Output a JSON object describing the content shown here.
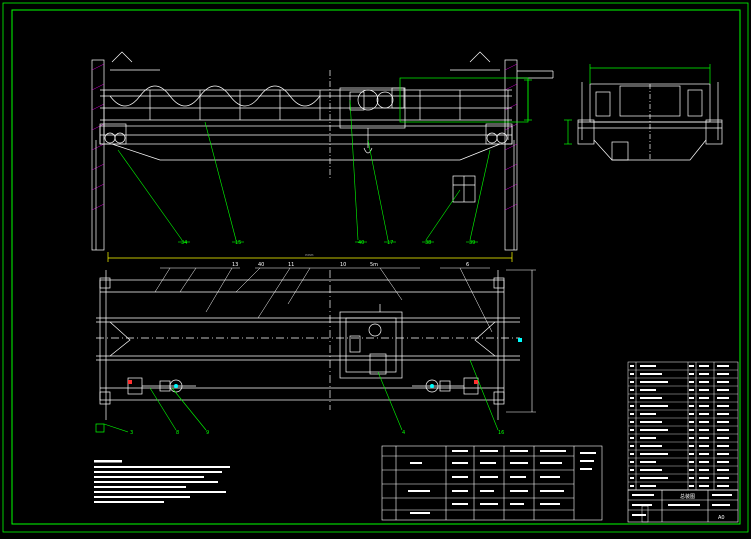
{
  "drawing": {
    "colors": {
      "background": "#000000",
      "frame": "#00ff00",
      "line": "#ffffff",
      "leader": "#00ff00",
      "dim": "#ffff00",
      "hatch": "#ff00ff",
      "accent_red": "#ff3030",
      "accent_cyan": "#00ffff"
    },
    "front_view_callouts": [
      "34",
      "15",
      "40",
      "17",
      "38",
      "39"
    ],
    "plan_view_top_labels": [
      "13",
      "40",
      "11",
      "10",
      "5m",
      "6"
    ],
    "plan_view_bottom_callouts": [
      "3",
      "8",
      "9",
      "4",
      "16"
    ],
    "title_block": {
      "drawing_name": "总装图",
      "sheet": "A0"
    }
  }
}
